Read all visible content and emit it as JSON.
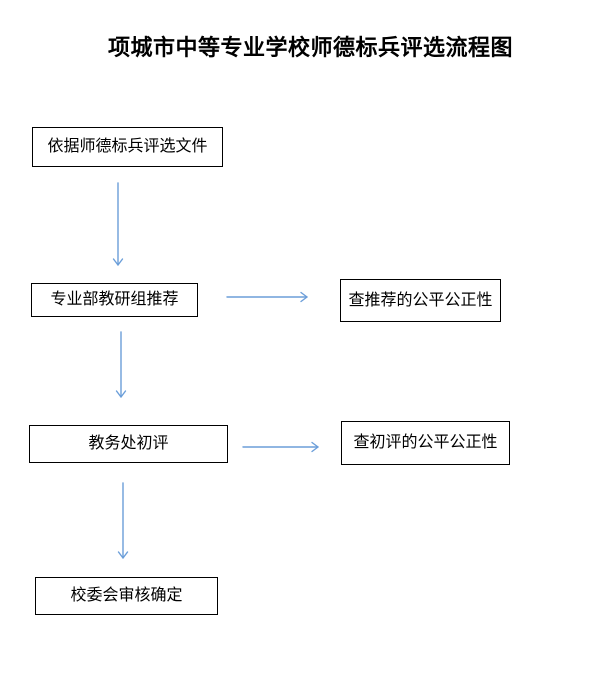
{
  "title": "项城市中等专业学校师德标兵评选流程图",
  "colors": {
    "background": "#ffffff",
    "box_border": "#000000",
    "text": "#000000",
    "arrow": "#6b9ed9"
  },
  "flowchart": {
    "main_steps": [
      {
        "label": "依据师德标兵评选文件"
      },
      {
        "label": "专业部教研组推荐"
      },
      {
        "label": "教务处初评"
      },
      {
        "label": "校委会审核确定"
      }
    ],
    "side_checks": [
      {
        "label": "查推荐的公平公正性"
      },
      {
        "label": "查初评的公平公正性"
      }
    ],
    "connections": [
      {
        "from": "依据师德标兵评选文件",
        "to": "专业部教研组推荐",
        "direction": "down"
      },
      {
        "from": "专业部教研组推荐",
        "to": "查推荐的公平公正性",
        "direction": "right"
      },
      {
        "from": "专业部教研组推荐",
        "to": "教务处初评",
        "direction": "down"
      },
      {
        "from": "教务处初评",
        "to": "查初评的公平公正性",
        "direction": "right"
      },
      {
        "from": "教务处初评",
        "to": "校委会审核确定",
        "direction": "down"
      }
    ]
  }
}
